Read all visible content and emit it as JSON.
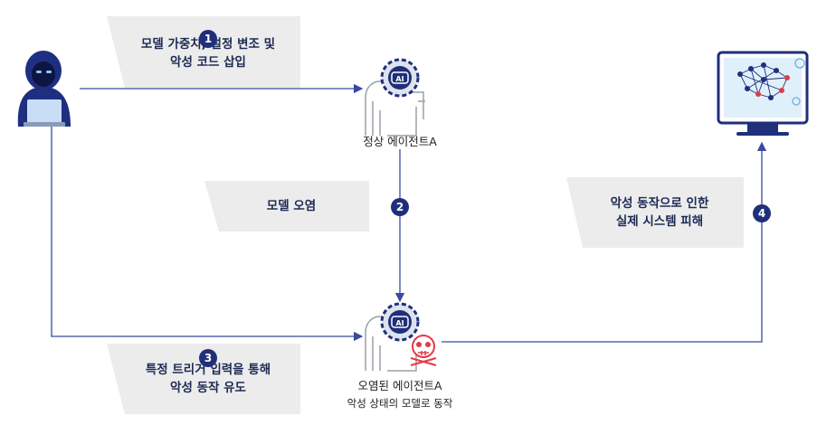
{
  "steps": [
    {
      "num": "1",
      "text": "모델 가중치, 설정 변조 및\n악성 코드 삽입"
    },
    {
      "num": "2",
      "text": "모델 오염"
    },
    {
      "num": "3",
      "text": "특정 트리거 입력을 통해\n악성 동작 유도"
    },
    {
      "num": "4",
      "text": "악성 동작으로 인한\n실제 시스템 피해"
    }
  ],
  "agents": {
    "normal": {
      "label": "정상 에이전트A",
      "chip": "AI"
    },
    "infected": {
      "label": "오염된 에이전트A",
      "sublabel": "악성 상태의 모델로 동작",
      "chip": "AI"
    }
  },
  "icons": [
    "hacker-icon",
    "ai-agent-icon",
    "skull-icon",
    "monitor-network-icon"
  ],
  "colors": {
    "navy": "#1f2f7a",
    "box": "#ececec",
    "line": "#3a4aa0",
    "skull": "#e23b4a"
  }
}
